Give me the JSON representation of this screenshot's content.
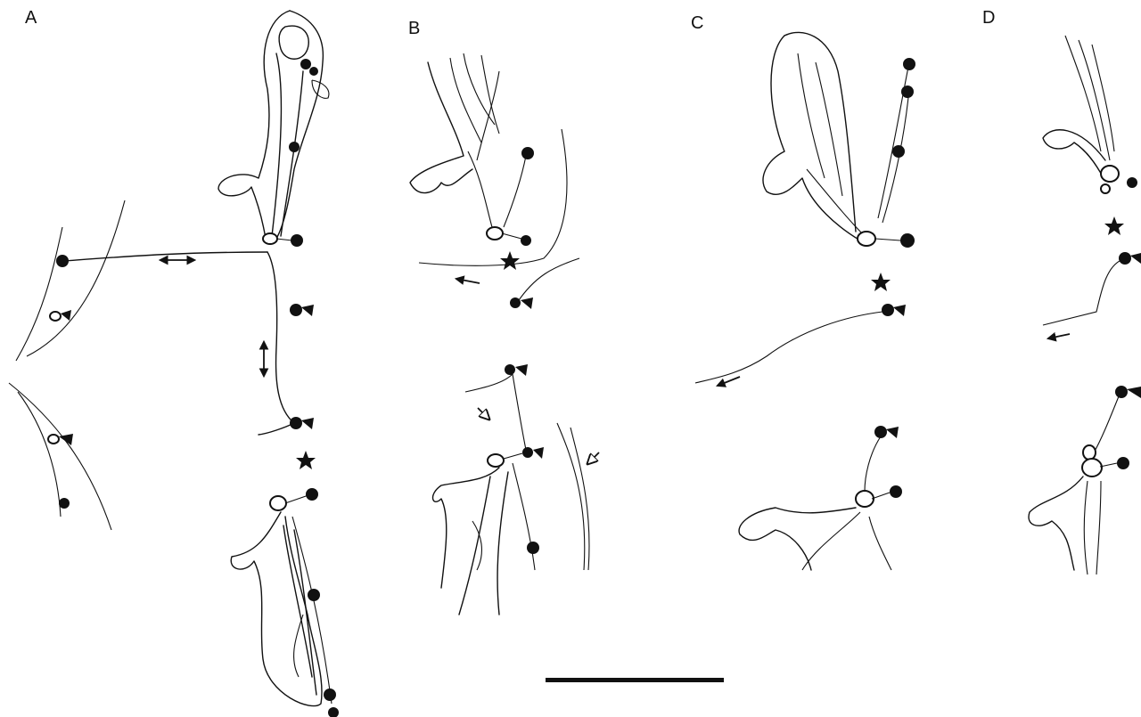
{
  "panels": [
    {
      "id": "A",
      "label": "A"
    },
    {
      "id": "B",
      "label": "B"
    },
    {
      "id": "C",
      "label": "C"
    },
    {
      "id": "D",
      "label": "D"
    }
  ],
  "scale_bar": {
    "label": ""
  },
  "colors": {
    "ink": "#111111",
    "background": "#ffffff"
  }
}
